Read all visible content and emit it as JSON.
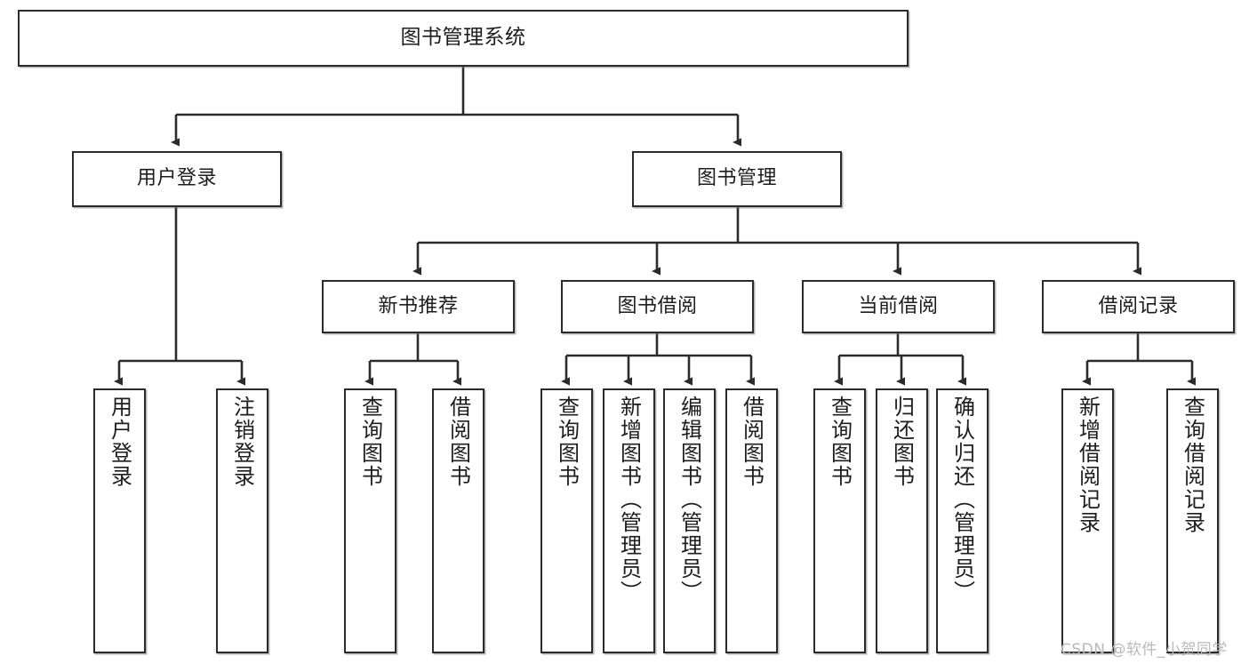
{
  "diagram": {
    "title": "图书管理系统",
    "type": "tree-hierarchy",
    "orientation": "top-down",
    "colors": {
      "box_border": "#2b2b2b",
      "box_fill": "#ffffff",
      "edge": "#2b2b2b",
      "text": "#1d1d1d",
      "watermark": "#b9b9b9"
    }
  },
  "nodes": {
    "root": {
      "label": "图书管理系统",
      "level": 0
    },
    "level1": [
      {
        "id": "user-login",
        "label": "用户登录"
      },
      {
        "id": "book-management",
        "label": "图书管理"
      }
    ],
    "level2": [
      {
        "id": "new-book-recommend",
        "label": "新书推荐",
        "parent": "book-management"
      },
      {
        "id": "book-borrow",
        "label": "图书借阅",
        "parent": "book-management"
      },
      {
        "id": "current-borrow",
        "label": "当前借阅",
        "parent": "book-management"
      },
      {
        "id": "borrow-record",
        "label": "借阅记录",
        "parent": "book-management"
      }
    ],
    "leaves": {
      "user-login": [
        {
          "id": "leaf-user-login",
          "label": "用户登录"
        },
        {
          "id": "leaf-user-logout",
          "label": "注销登录"
        }
      ],
      "new-book-recommend": [
        {
          "id": "leaf-query-book-1",
          "label": "查询图书"
        },
        {
          "id": "leaf-borrow-book-1",
          "label": "借阅图书"
        }
      ],
      "book-borrow": [
        {
          "id": "leaf-query-book-2",
          "label": "查询图书"
        },
        {
          "id": "leaf-add-book",
          "label": "新增图书（管理员）"
        },
        {
          "id": "leaf-edit-book",
          "label": "编辑图书（管理员）"
        },
        {
          "id": "leaf-borrow-book-2",
          "label": "借阅图书"
        }
      ],
      "current-borrow": [
        {
          "id": "leaf-query-book-3",
          "label": "查询图书"
        },
        {
          "id": "leaf-return-book",
          "label": "归还图书"
        },
        {
          "id": "leaf-confirm-return",
          "label": "确认归还（管理员）"
        }
      ],
      "borrow-record": [
        {
          "id": "leaf-add-record",
          "label": "新增借阅记录"
        },
        {
          "id": "leaf-query-record",
          "label": "查询借阅记录"
        }
      ]
    }
  },
  "watermark": "CSDN @软件_小贺同学"
}
